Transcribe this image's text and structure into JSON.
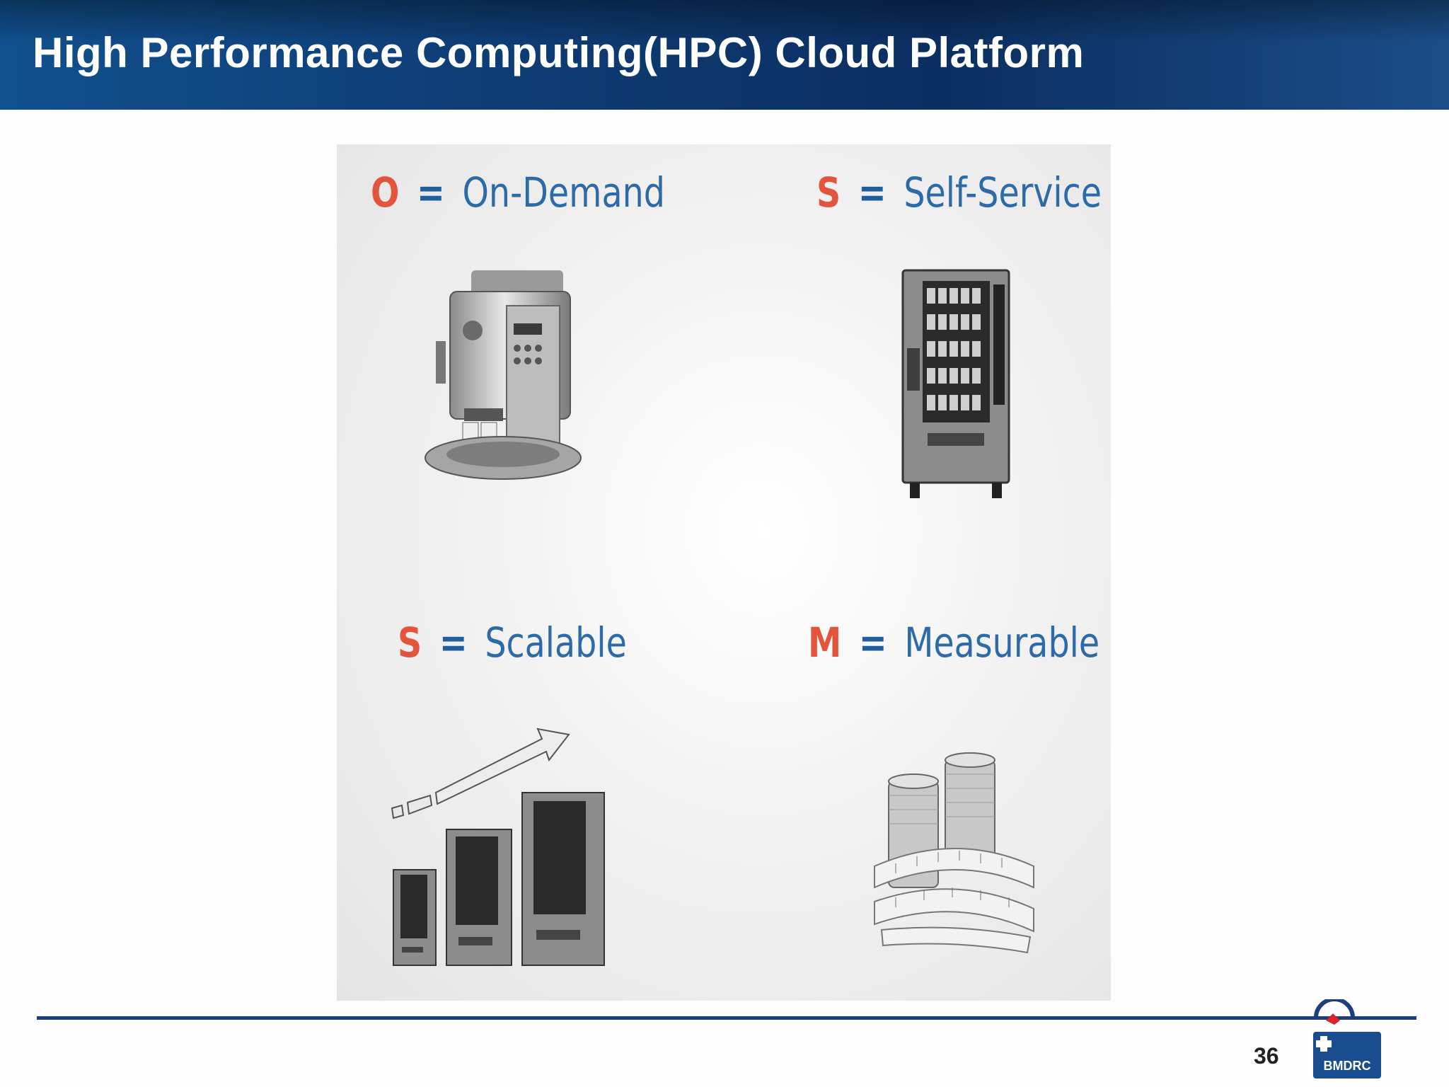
{
  "slide": {
    "title": "High Performance Computing(HPC) Cloud Platform",
    "page_number": "36"
  },
  "quadrants": [
    {
      "letter": "O",
      "word": "On-Demand",
      "icon": "coffee-machine-icon"
    },
    {
      "letter": "S",
      "word": "Self-Service",
      "icon": "vending-machine-icon"
    },
    {
      "letter": "S",
      "word": "Scalable",
      "icon": "growing-vending-machines-icon"
    },
    {
      "letter": "M",
      "word": "Measurable",
      "icon": "coins-tape-measure-icon"
    }
  ],
  "logo": {
    "text": "BMDRC"
  },
  "colors": {
    "header": "#0f3f78",
    "letter": "#e2543c",
    "word": "#2d6aa8",
    "rule": "#1a3f7a"
  }
}
